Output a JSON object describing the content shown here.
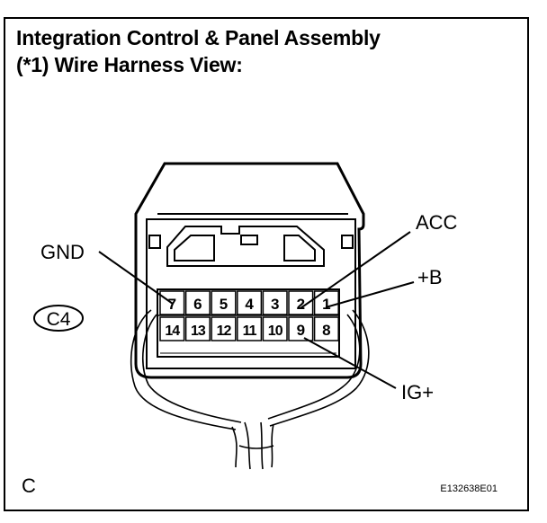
{
  "header": {
    "line1": "Integration Control & Panel Assembly",
    "line2": "(*1) Wire Harness View:"
  },
  "connector": {
    "id": "C4",
    "top_row": [
      "7",
      "6",
      "5",
      "4",
      "3",
      "2",
      "1"
    ],
    "bottom_row": [
      "14",
      "13",
      "12",
      "11",
      "10",
      "9",
      "8"
    ]
  },
  "callouts": {
    "gnd": "GND",
    "acc": "ACC",
    "b": "+B",
    "ig": "IG+"
  },
  "footer": {
    "section": "C",
    "figure_id": "E132638E01"
  }
}
